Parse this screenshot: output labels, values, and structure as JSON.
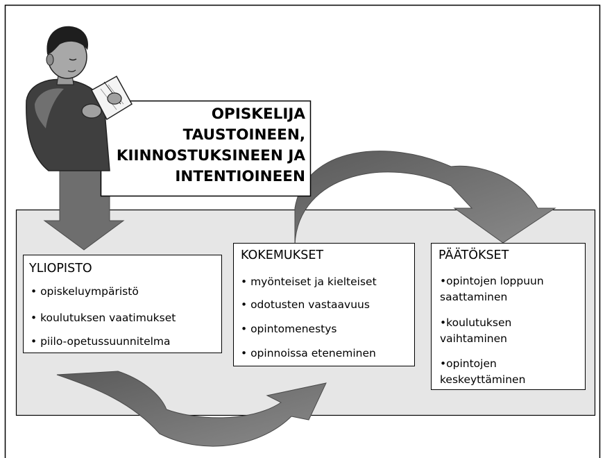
{
  "student": {
    "label_lines": [
      "OPISKELIJA",
      "TAUSTOINEEN,",
      "KIINNOSTUKSINEEN JA",
      "INTENTIOINEEN"
    ]
  },
  "yliopisto": {
    "title": "YLIOPISTO",
    "items": [
      "opiskeluympäristö",
      "koulutuksen vaatimukset",
      "piilo-opetussuunnitelma"
    ]
  },
  "kokemukset": {
    "title": "KOKEMUKSET",
    "items": [
      "myönteiset ja kielteiset",
      "odotusten vastaavuus",
      "opintomenestys",
      "opinnoissa eteneminen"
    ]
  },
  "paatokset": {
    "title": "PÄÄTÖKSET",
    "items": [
      {
        "line1": "opintojen loppuun",
        "line2": "saattaminen"
      },
      {
        "line1": "koulutuksen",
        "line2": "vaihtaminen"
      },
      {
        "line1": "opintojen",
        "line2": "keskeyttäminen"
      }
    ]
  },
  "colors": {
    "panel_fill": "#e6e6e6",
    "arrow_fill": "#6e6e6e",
    "border": "#000000"
  },
  "icons": {
    "student": "person-reading-book-icon"
  }
}
